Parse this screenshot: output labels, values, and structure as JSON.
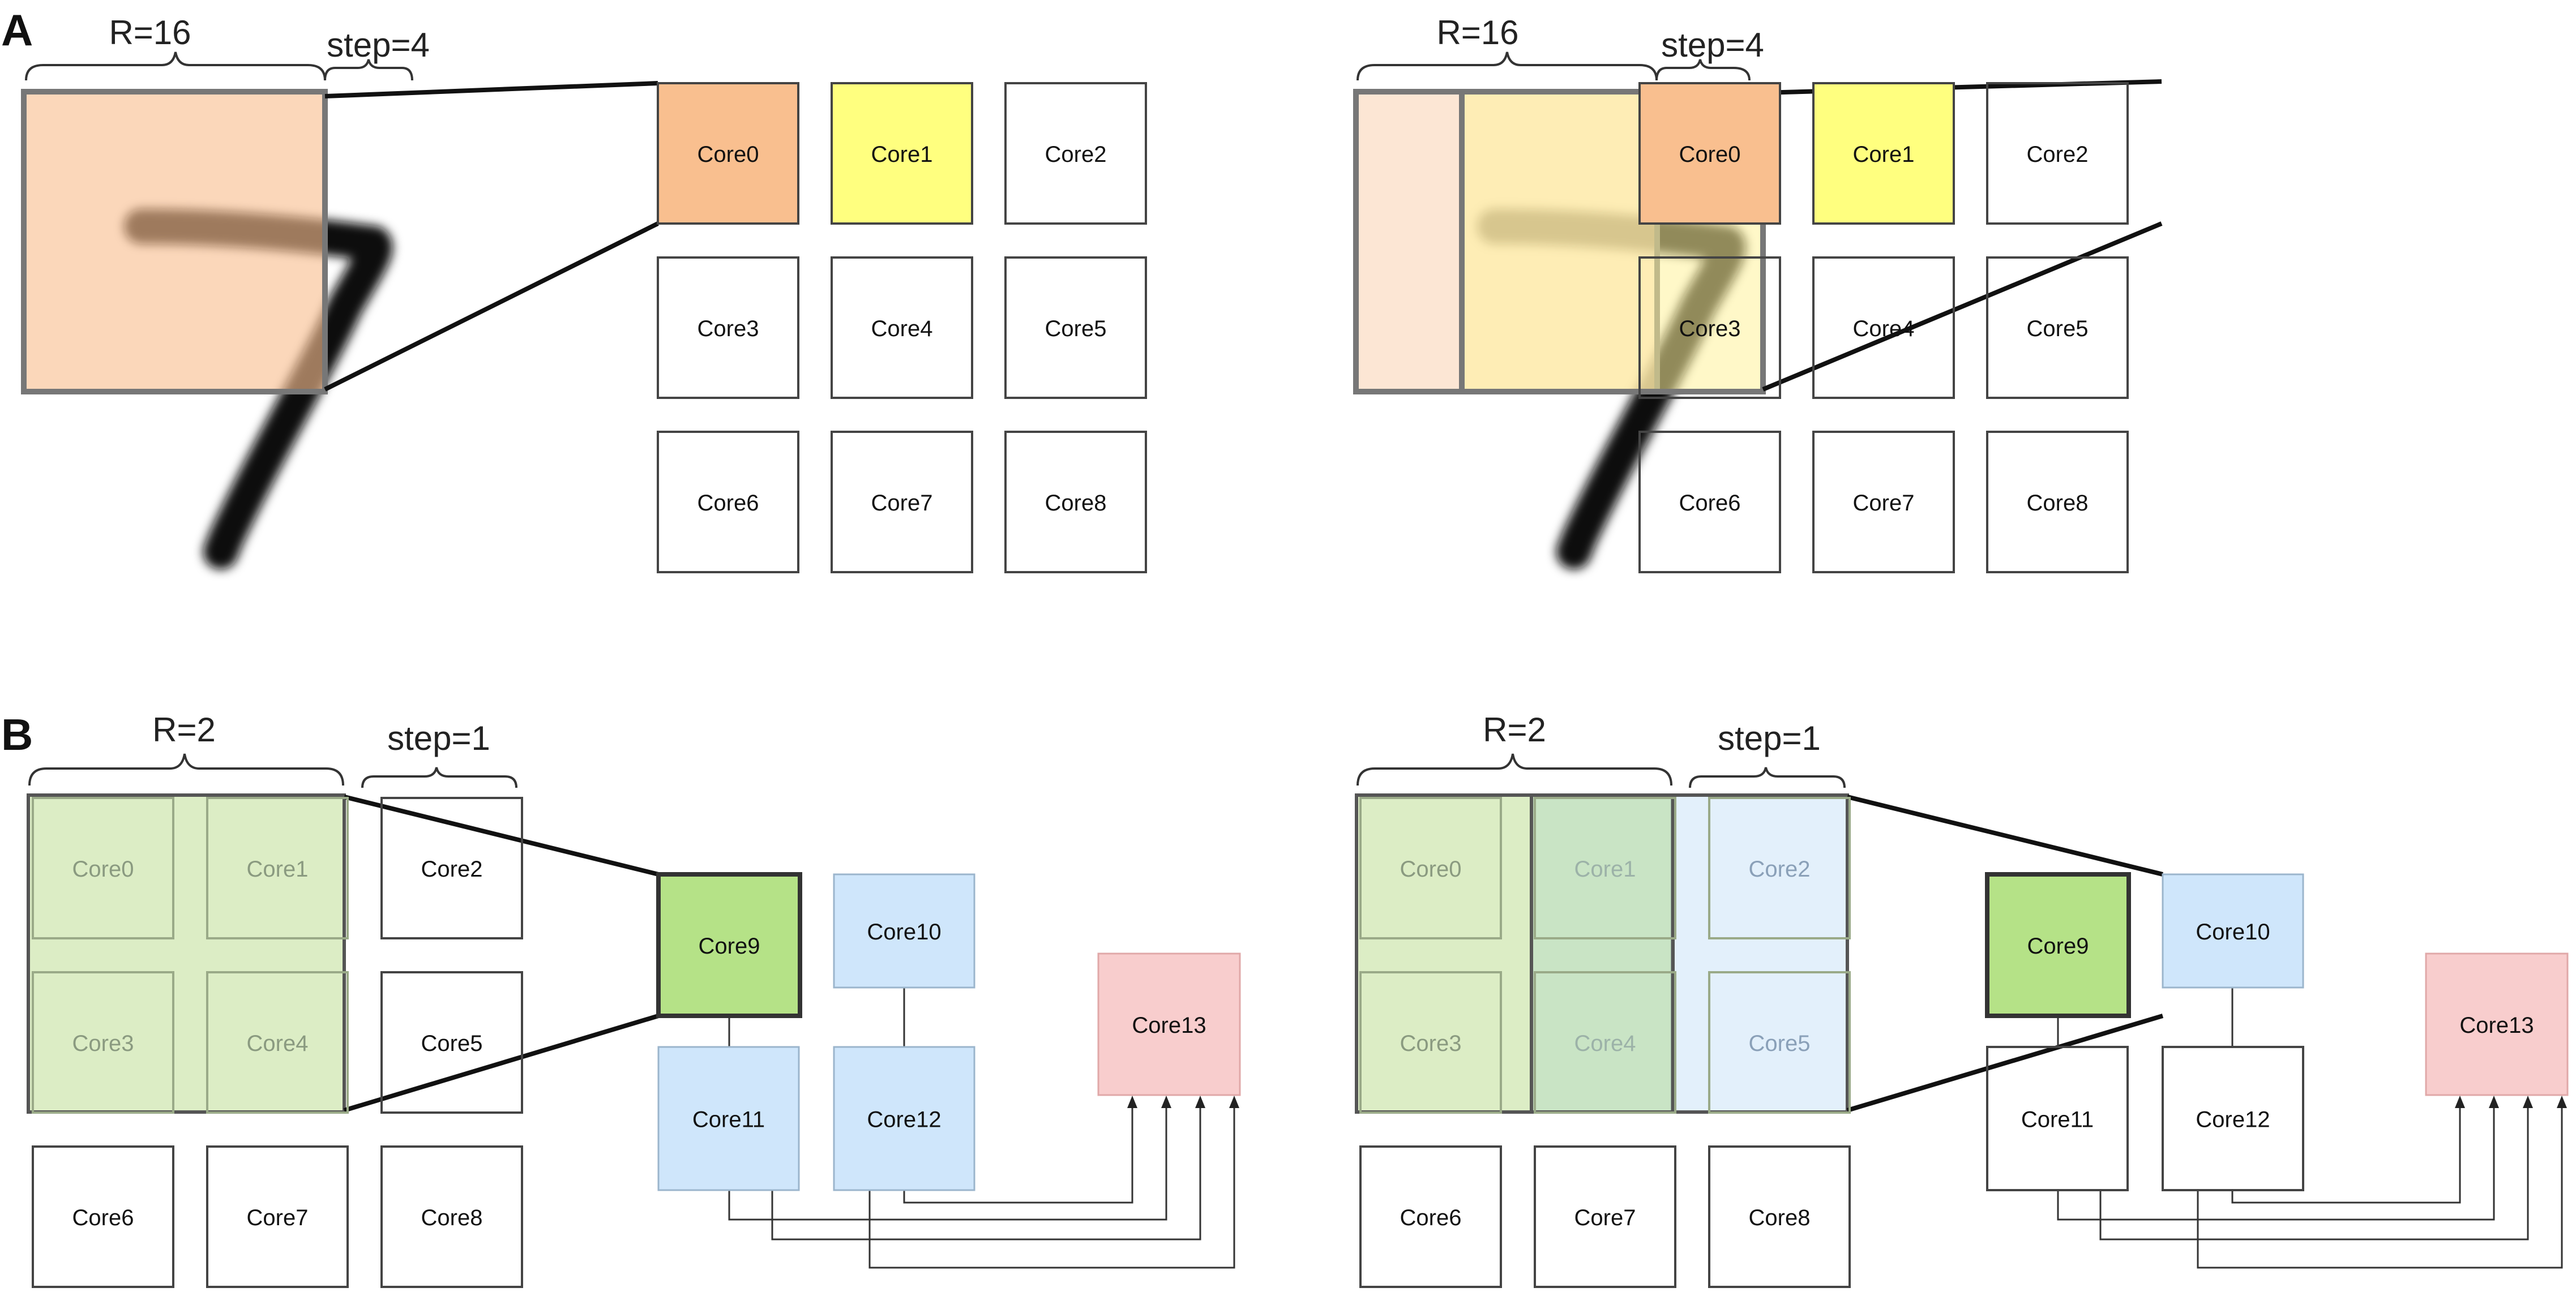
{
  "panels": {
    "a": {
      "label": "A",
      "r_label": "R=16",
      "step_label": "step=4"
    },
    "b": {
      "label": "B",
      "r_label": "R=2",
      "step_label": "step=1"
    }
  },
  "cores": [
    "Core0",
    "Core1",
    "Core2",
    "Core3",
    "Core4",
    "Core5",
    "Core6",
    "Core7",
    "Core8",
    "Core9",
    "Core10",
    "Core11",
    "Core12",
    "Core13"
  ],
  "colors": {
    "orange": "#f9bf8f",
    "orange_light": "#fbd9bd",
    "yellow": "#ffff7f",
    "yellow_light": "#fff29b",
    "green_light": "#dcedc5",
    "green_dark": "#b5e287",
    "green_grey": "#cfe6d5",
    "blue": "#cfe6fb",
    "blue_light": "#e3f0fb",
    "pink": "#f8cdcd",
    "stroke": "#333333",
    "digit": "#0b0b0b"
  }
}
